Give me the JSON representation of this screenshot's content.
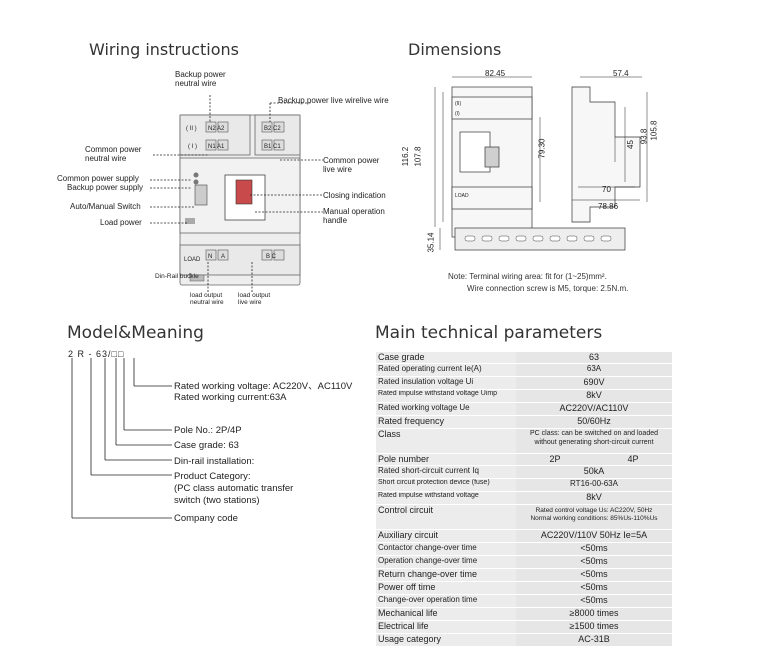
{
  "wiring": {
    "title": "Wiring instructions",
    "labels": {
      "backup_neutral": "Backup power\nneutral wire",
      "backup_live": "Backup power live wirelive wire",
      "common_neutral": "Common power\nneutral wire",
      "common_live": "Common power\nlive wire",
      "common_supply": "Common power supply",
      "backup_supply": "Backup power supply",
      "closing_indication": "Closing indication",
      "auto_manual": "Auto/Manual Switch",
      "manual_handle": "Manual operation\nhandle",
      "load_power": "Load power",
      "din_rail_buckle": "Din-Rail buckle",
      "load_neutral": "load output\nneutral wire",
      "load_live": "load output\nlive wire"
    },
    "device_text": {
      "ii": "( II )",
      "i": "( I )",
      "n2a2": "N2 A2",
      "b2c2": "B2 C2",
      "n1a1": "N1 A1",
      "b1c1": "B1 C1",
      "load": "LOAD",
      "n": "N",
      "a": "A",
      "bc": "B C"
    }
  },
  "dimensions": {
    "title": "Dimensions",
    "values": {
      "width_front": "82.45",
      "width_side": "57.4",
      "h_total": "116.2",
      "h_body": "107.8",
      "h_mid": "79.30",
      "d_45": "45",
      "d_938": "93.8",
      "d_1058": "105.8",
      "d_70": "70",
      "d_7886": "78.86",
      "rail_h": "35.14"
    },
    "note_line1": "Note: Terminal wiring area: fit for (1~25)mm².",
    "note_line2": "Wire connection screw is M5, torque: 2.5N.m."
  },
  "model": {
    "title": "Model&Meaning",
    "code": "2 R - 63/□□",
    "items": [
      "Rated working voltage: AC220V、AC110V",
      "Rated working current:63A",
      "Pole No.: 2P/4P",
      "Case grade: 63",
      "Din-rail installation:",
      "Product Category:",
      "(PC class automatic transfer",
      "switch (two stations)",
      "Company code"
    ]
  },
  "params": {
    "title": "Main technical parameters",
    "rows": [
      {
        "label": "Case  grade",
        "value": "63"
      },
      {
        "label": "Rated operating current Ie(A)",
        "value": "63A"
      },
      {
        "label": "Rated insulation voltage Ui",
        "value": "690V"
      },
      {
        "label": "Rated impulse withstand voltage Uimp",
        "value": "8kV"
      },
      {
        "label": "Rated working voltage Ue",
        "value": "AC220V/AC110V"
      },
      {
        "label": "Rated frequency",
        "value": "50/60Hz"
      },
      {
        "label": "Class",
        "value": "PC class: can be switched on and loaded\nwithout generating short-circuit current"
      },
      {
        "label": "Pole number",
        "value_a": "2P",
        "value_b": "4P"
      },
      {
        "label": "Rated short-circuit current Iq",
        "value": "50kA"
      },
      {
        "label": "Short circuit protection device (fuse)",
        "value": "RT16-00-63A"
      },
      {
        "label": "Rated impulse withstand voltage",
        "value": "8kV"
      },
      {
        "label": "Control circuit",
        "value": "Rated control voltage Us: AC220V, 50Hz\nNormal working conditions: 85%Us-110%Us"
      },
      {
        "label": "Auxiliary circuit",
        "value": "AC220V/110V  50Hz Ie=5A"
      },
      {
        "label": "Contactor change-over time",
        "value": "<50ms"
      },
      {
        "label": "Operation change-over time",
        "value": "<50ms"
      },
      {
        "label": "Return change-over time",
        "value": "<50ms"
      },
      {
        "label": "Power off time",
        "value": "<50ms"
      },
      {
        "label": "Change-over operation time",
        "value": "<50ms"
      },
      {
        "label": "Mechanical life",
        "value": "≥8000  times"
      },
      {
        "label": "Electrical life",
        "value": "≥1500 times"
      },
      {
        "label": "Usage category",
        "value": "AC-31B"
      }
    ]
  }
}
